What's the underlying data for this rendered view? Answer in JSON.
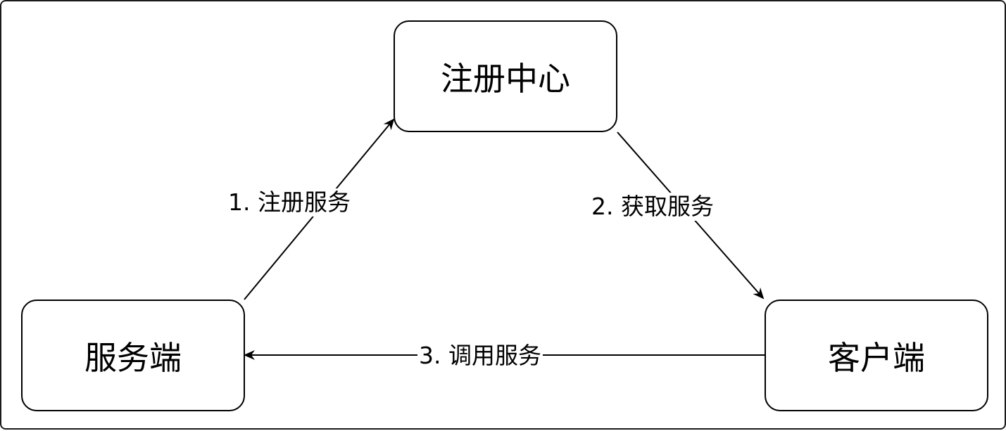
{
  "nodes": {
    "registry": "注册中心",
    "server": "服务端",
    "client": "客户端"
  },
  "edges": {
    "register": "1. 注册服务",
    "fetch": "2. 获取服务",
    "invoke": "3. 调用服务"
  },
  "colors": {
    "stroke": "#000000",
    "background": "#ffffff"
  }
}
